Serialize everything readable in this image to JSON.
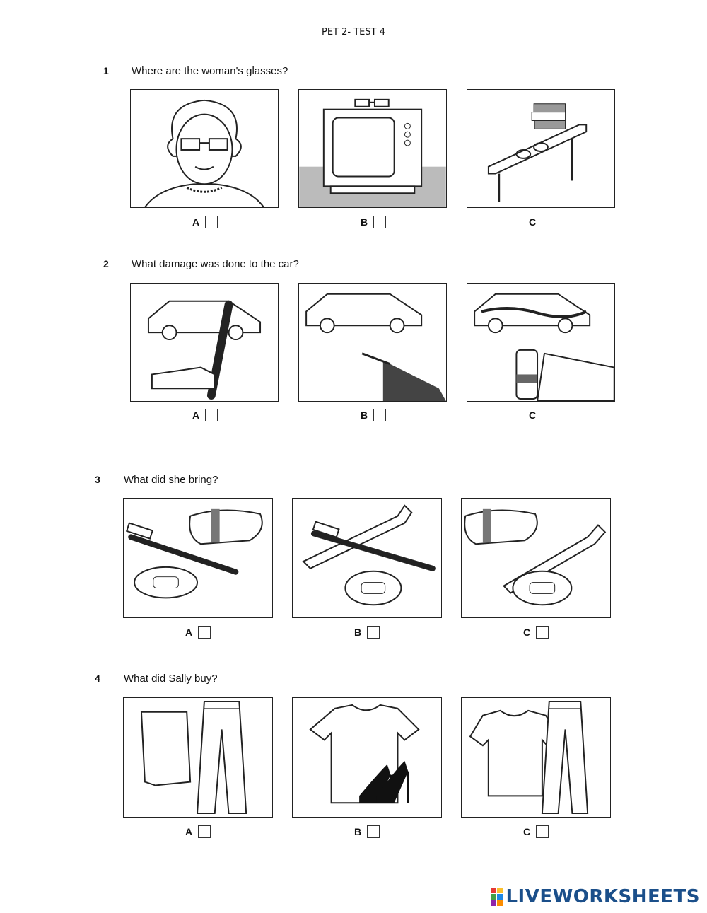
{
  "page_title": "PET 2- TEST 4",
  "questions": [
    {
      "number": "1",
      "text": "Where are the woman's glasses?",
      "options": [
        "A",
        "B",
        "C"
      ]
    },
    {
      "number": "2",
      "text": "What damage was done to the car?",
      "options": [
        "A",
        "B",
        "C"
      ]
    },
    {
      "number": "3",
      "text": "What did she bring?",
      "options": [
        "A",
        "B",
        "C"
      ]
    },
    {
      "number": "4",
      "text": "What did Sally buy?",
      "options": [
        "A",
        "B",
        "C"
      ]
    }
  ],
  "logo": {
    "text": "LIVEWORKSHEETS",
    "colors": [
      "#e53935",
      "#fbc02d",
      "#43a047",
      "#1e88e5",
      "#8e24aa",
      "#fb8c00"
    ],
    "text_color": "#1b4f8a"
  }
}
